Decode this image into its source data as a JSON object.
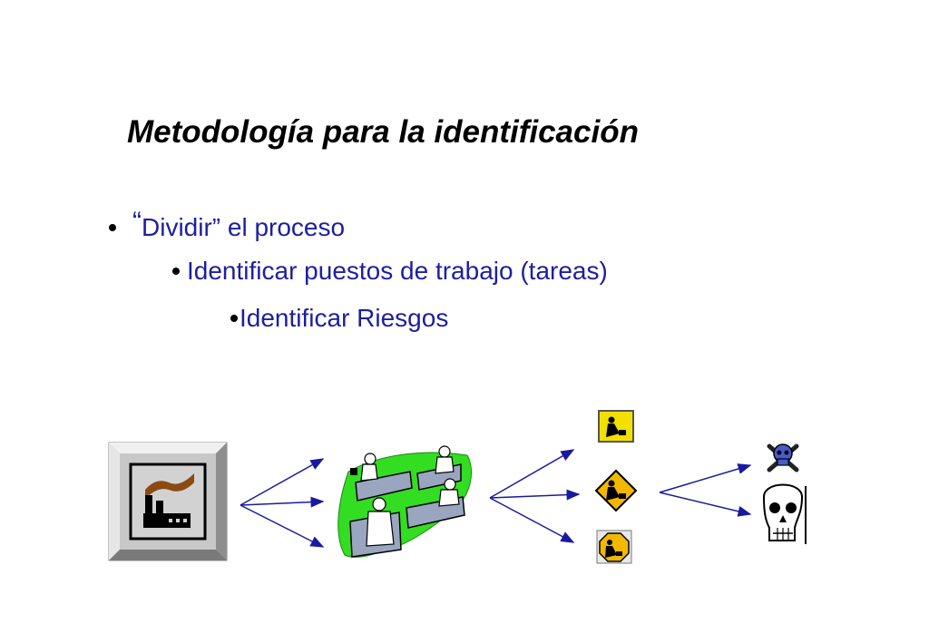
{
  "title": "Metodología para la identificación",
  "bullets": {
    "b1_open": "“",
    "b1_word": "Dividir",
    "b1_close": "”",
    "b1_rest": " el proceso",
    "b2": "Identificar puestos de trabajo (tareas)",
    "b3": "Identificar Riesgos"
  },
  "colors": {
    "text_blue": "#1e1ea0",
    "arrow": "#1a1aa0",
    "green_blob": "#33dd22",
    "sign_yellow": "#f2e100"
  },
  "icons": [
    "factory-icon",
    "workers-icon",
    "hazard-sign-square-icon",
    "hazard-sign-diamond-icon",
    "hazard-sign-octagon-icon",
    "skull-crossbones-icon",
    "skull-icon"
  ]
}
